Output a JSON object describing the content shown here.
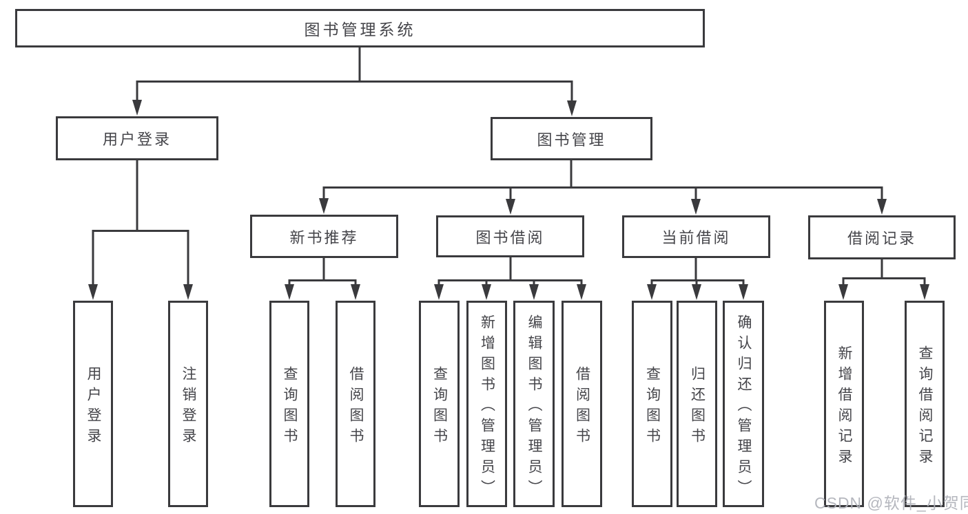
{
  "diagram_title": "图书管理系统",
  "tree": {
    "label": "图书管理系统",
    "children": [
      {
        "label": "用户登录",
        "children": [
          {
            "label": "用户登录"
          },
          {
            "label": "注销登录"
          }
        ]
      },
      {
        "label": "图书管理",
        "children": [
          {
            "label": "新书推荐",
            "children": [
              {
                "label": "查询图书"
              },
              {
                "label": "借阅图书"
              }
            ]
          },
          {
            "label": "图书借阅",
            "children": [
              {
                "label": "查询图书"
              },
              {
                "label": "新增图书（管理员）"
              },
              {
                "label": "编辑图书（管理员）"
              },
              {
                "label": "借阅图书"
              }
            ]
          },
          {
            "label": "当前借阅",
            "children": [
              {
                "label": "查询图书"
              },
              {
                "label": "归还图书"
              },
              {
                "label": "确认归还（管理员）"
              }
            ]
          },
          {
            "label": "借阅记录",
            "children": [
              {
                "label": "新增借阅记录"
              },
              {
                "label": "查询借阅记录"
              }
            ]
          }
        ]
      }
    ]
  },
  "watermark": {
    "text": "CSDN @软件_小贺同学"
  },
  "colors": {
    "background": "#ffffff",
    "box_border": "#3a3a3d",
    "connector_line": "#3a3a3d",
    "text": "#45454a",
    "watermark_text": "#afb1b8"
  }
}
